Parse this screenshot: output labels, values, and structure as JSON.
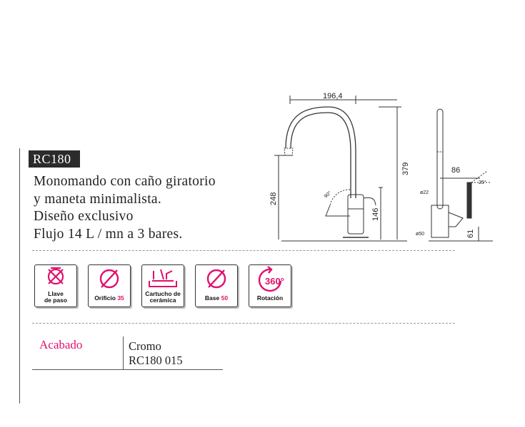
{
  "product": {
    "model": "RC180",
    "description": [
      "Monomando con caño giratorio",
      "y maneta minimalista.",
      "Diseño exclusivo",
      "Flujo 14 L / mn a 3 bares."
    ]
  },
  "drawing": {
    "dim_width": "196,4",
    "dim_height": "379",
    "dim_spout_height": "248",
    "dim_body_height": "146",
    "dim_angle": "90°",
    "side_dim_reach": "86",
    "side_dim_angle": "25°",
    "side_dim_diameter_top": "ø22",
    "side_dim_diameter_base": "ø50",
    "side_dim_base_height": "61"
  },
  "features": [
    {
      "icon": "llave-de-paso-icon",
      "line1": "Llave",
      "line2": "de paso",
      "highlight": ""
    },
    {
      "icon": "orificio-icon",
      "line1": "Orificio",
      "line2": "",
      "highlight": "35"
    },
    {
      "icon": "cartucho-icon",
      "line1": "Cartucho de",
      "line2": "cerámica",
      "highlight": ""
    },
    {
      "icon": "base-icon",
      "line1": "Base",
      "line2": "",
      "highlight": "50"
    },
    {
      "icon": "rotacion-icon",
      "line1": "Rotación",
      "line2": "",
      "highlight": "",
      "badge": "360°"
    }
  ],
  "finish": {
    "label": "Acabado",
    "color": "Cromo",
    "reference": "RC180 015"
  },
  "colors": {
    "accent": "#e0106e",
    "badge_bg": "#2b2b2b"
  }
}
